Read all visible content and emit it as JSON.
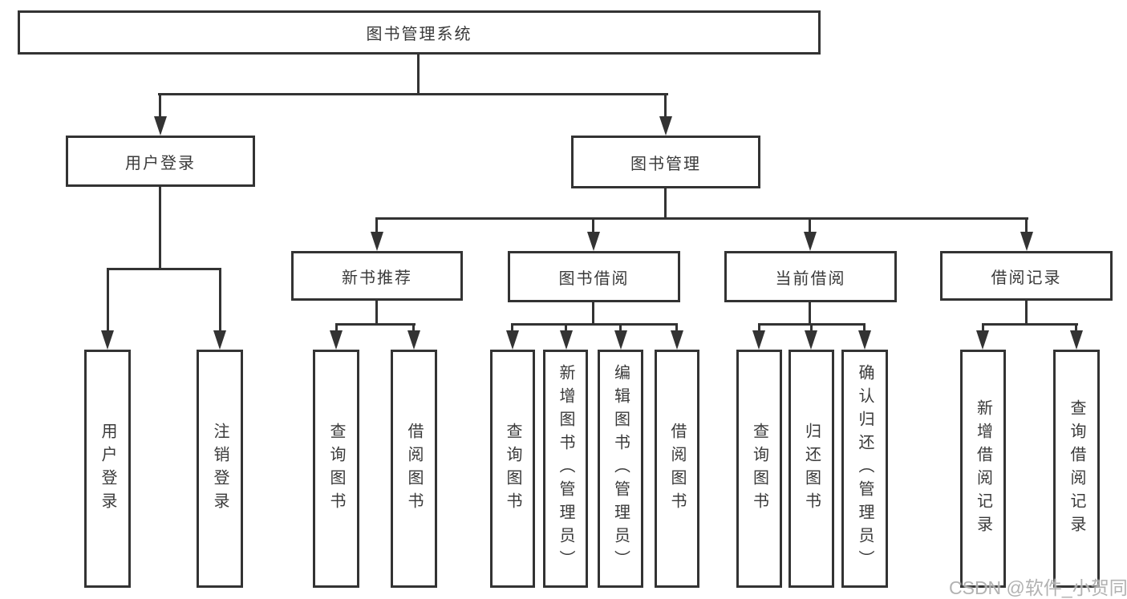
{
  "diagram_title": "图书管理系统",
  "nodes": {
    "root": "图书管理系统",
    "user_login": "用户登录",
    "book_mgmt": "图书管理",
    "ul_login": "用户登录",
    "ul_logout": "注销登录",
    "rec": "新书推荐",
    "borrow": "图书借阅",
    "current": "当前借阅",
    "records": "借阅记录",
    "rec_query": "查询图书",
    "rec_borrow": "借阅图书",
    "bor_query": "查询图书",
    "bor_add": "新增图书（管理员）",
    "bor_edit": "编辑图书（管理员）",
    "bor_borrow": "借阅图书",
    "cur_query": "查询图书",
    "cur_return": "归还图书",
    "cur_confirm": "确认归还（管理员）",
    "recd_add": "新增借阅记录",
    "recd_query": "查询借阅记录"
  },
  "structure": {
    "图书管理系统": {
      "用户登录": [
        "用户登录",
        "注销登录"
      ],
      "图书管理": {
        "新书推荐": [
          "查询图书",
          "借阅图书"
        ],
        "图书借阅": [
          "查询图书",
          "新增图书（管理员）",
          "编辑图书（管理员）",
          "借阅图书"
        ],
        "当前借阅": [
          "查询图书",
          "归还图书",
          "确认归还（管理员）"
        ],
        "借阅记录": [
          "新增借阅记录",
          "查询借阅记录"
        ]
      }
    }
  },
  "watermark": "CSDN @软件_小贺同学",
  "colors": {
    "line": "#333333",
    "text": "#3a3a3a",
    "background": "#ffffff",
    "watermark": "#aaaaaa"
  }
}
